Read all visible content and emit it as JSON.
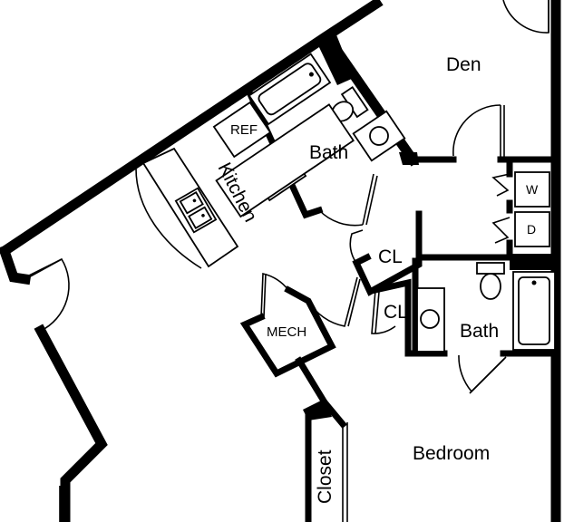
{
  "rooms": {
    "den": "Den",
    "bath_upper": "Bath",
    "kitchen": "Kitchen",
    "closet_upper": "CL",
    "closet_lower": "CL",
    "mech": "MECH",
    "bath_lower": "Bath",
    "bedroom": "Bedroom",
    "closet": "Closet"
  },
  "appliances": {
    "refrigerator": "REF",
    "washer": "W",
    "dryer": "D"
  },
  "colors": {
    "wall": "#000000",
    "background": "#ffffff"
  }
}
